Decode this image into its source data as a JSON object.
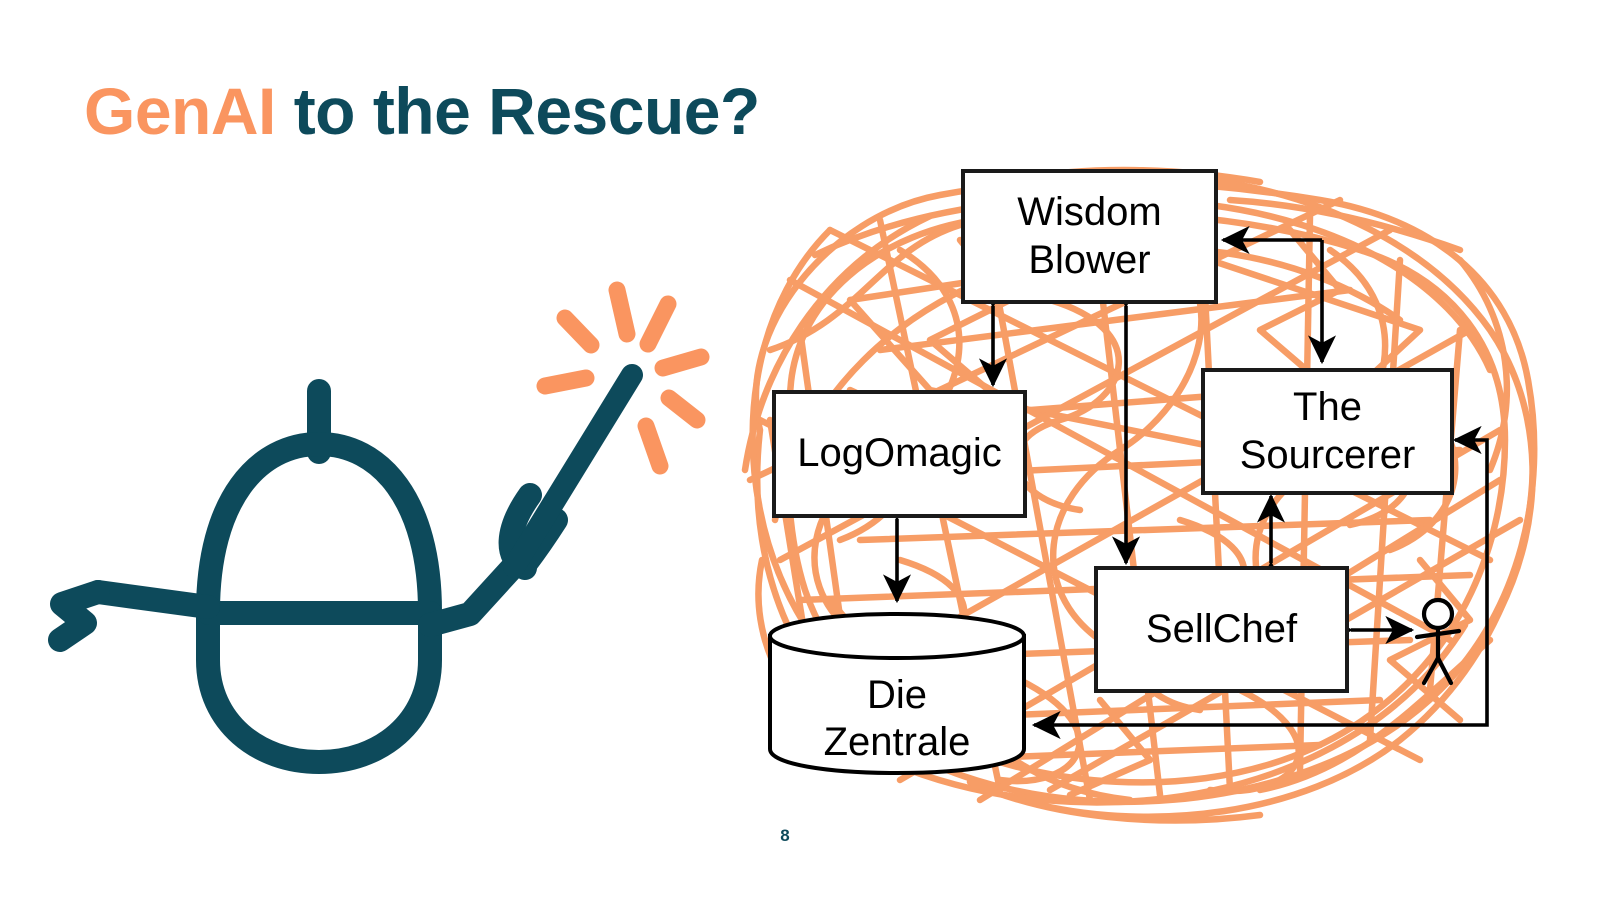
{
  "slide": {
    "title_accent": "GenAI",
    "title_rest": " to the Rescue?",
    "page_number": "8",
    "colors": {
      "accent_orange": "#FA9560",
      "dark_teal": "#0D4A5B",
      "scribble_orange": "#F79A62",
      "line_black": "#1a1a1a"
    }
  },
  "mascot": {
    "name": "robot-with-magic-wand",
    "description": "Line-art robot holding a sparkling magic wand"
  },
  "diagram": {
    "nodes": [
      {
        "id": "wisdom-blower",
        "label_line1": "Wisdom",
        "label_line2": "Blower",
        "shape": "rectangle"
      },
      {
        "id": "logomagic",
        "label_line1": "LogOmagic",
        "label_line2": "",
        "shape": "rectangle"
      },
      {
        "id": "the-sourcerer",
        "label_line1": "The",
        "label_line2": "Sourcerer",
        "shape": "rectangle"
      },
      {
        "id": "sellchef",
        "label_line1": "SellChef",
        "label_line2": "",
        "shape": "rectangle"
      },
      {
        "id": "die-zentrale",
        "label_line1": "Die",
        "label_line2": "Zentrale",
        "shape": "cylinder"
      },
      {
        "id": "actor",
        "label_line1": "",
        "label_line2": "",
        "shape": "stick-figure"
      }
    ],
    "edges": [
      {
        "from": "wisdom-blower",
        "to": "logomagic",
        "arrow": "double"
      },
      {
        "from": "wisdom-blower",
        "to": "sellchef",
        "arrow": "double"
      },
      {
        "from": "wisdom-blower",
        "to": "the-sourcerer",
        "arrow": "single"
      },
      {
        "from": "the-sourcerer",
        "to": "wisdom-blower",
        "arrow": "single"
      },
      {
        "from": "the-sourcerer",
        "to": "sellchef",
        "arrow": "double"
      },
      {
        "from": "logomagic",
        "to": "die-zentrale",
        "arrow": "double"
      },
      {
        "from": "sellchef",
        "to": "actor",
        "arrow": "double"
      },
      {
        "from": "actor",
        "to": "die-zentrale",
        "arrow": "single"
      },
      {
        "from": "actor",
        "to": "the-sourcerer",
        "arrow": "single"
      }
    ],
    "overlay": "orange-scribble-tangle"
  }
}
